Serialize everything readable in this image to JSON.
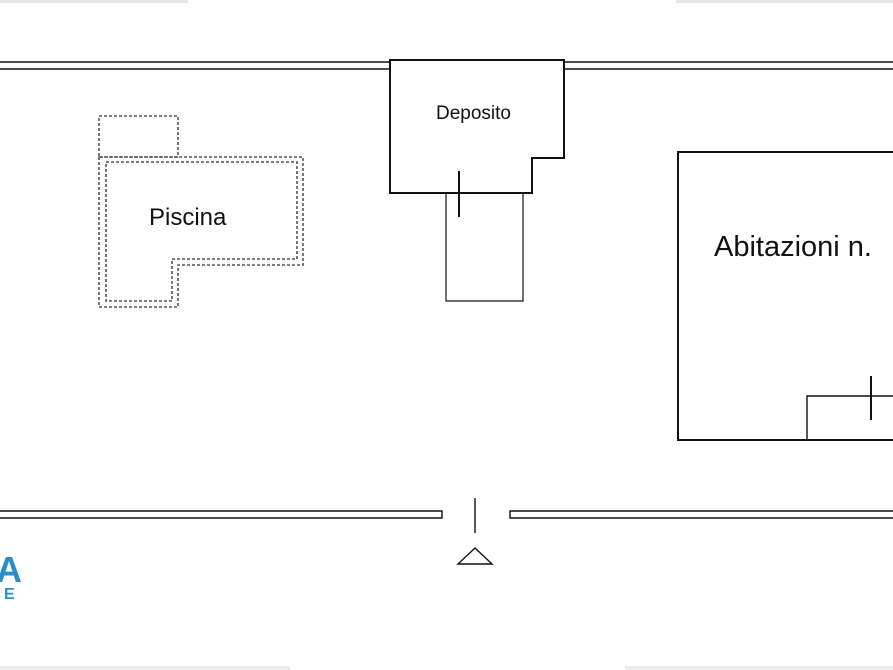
{
  "plan": {
    "rooms": {
      "piscina": {
        "label": "Piscina"
      },
      "deposito": {
        "label": "Deposito"
      },
      "abitazioni": {
        "label": "Abitazioni n."
      }
    },
    "logo": {
      "mark": "A",
      "sub": "E"
    }
  },
  "colors": {
    "line": "#111111",
    "dashed_line": "#555555",
    "logo": "#2a8fc9",
    "background": "#ffffff"
  },
  "icons": [
    "entrance-triangle-icon"
  ]
}
